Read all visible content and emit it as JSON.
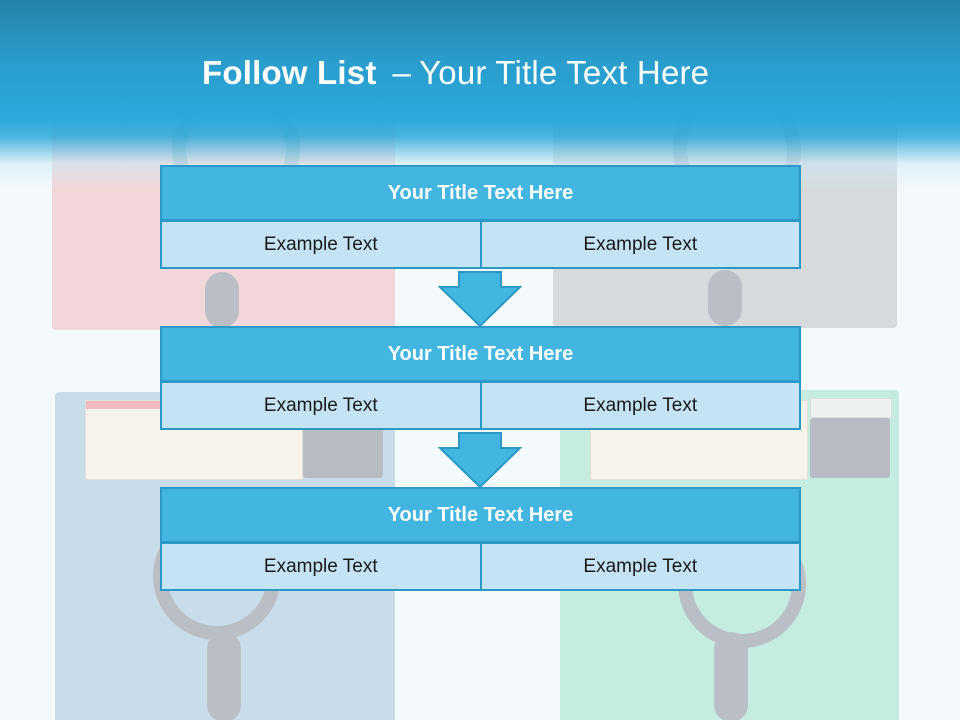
{
  "header": {
    "title_bold": "Follow List",
    "title_separator": "–",
    "title_rest": "Your Title Text Here"
  },
  "steps": [
    {
      "title": "Your Title Text Here",
      "left": "Example Text",
      "right": "Example Text"
    },
    {
      "title": "Your Title Text Here",
      "left": "Example Text",
      "right": "Example Text"
    },
    {
      "title": "Your Title Text Here",
      "left": "Example Text",
      "right": "Example Text"
    }
  ],
  "colors": {
    "header": "#2ba8da",
    "step_title": "#42b5e1",
    "step_cell": "#c4e4f3",
    "border": "#2b98c7",
    "arrow": "#42b5e1"
  },
  "icons": {
    "arrow": "down-arrow-icon",
    "background": "floppy-disk-icon"
  }
}
